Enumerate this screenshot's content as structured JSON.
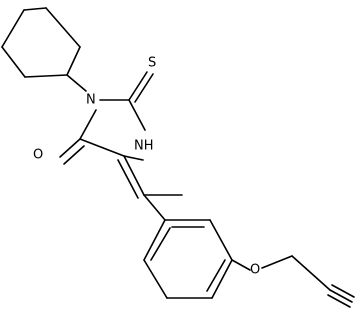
{
  "structure": {
    "atom_labels": {
      "n1": "N",
      "s": "S",
      "nh": "NH",
      "o_carbonyl": "O",
      "o_ether": "O"
    }
  }
}
